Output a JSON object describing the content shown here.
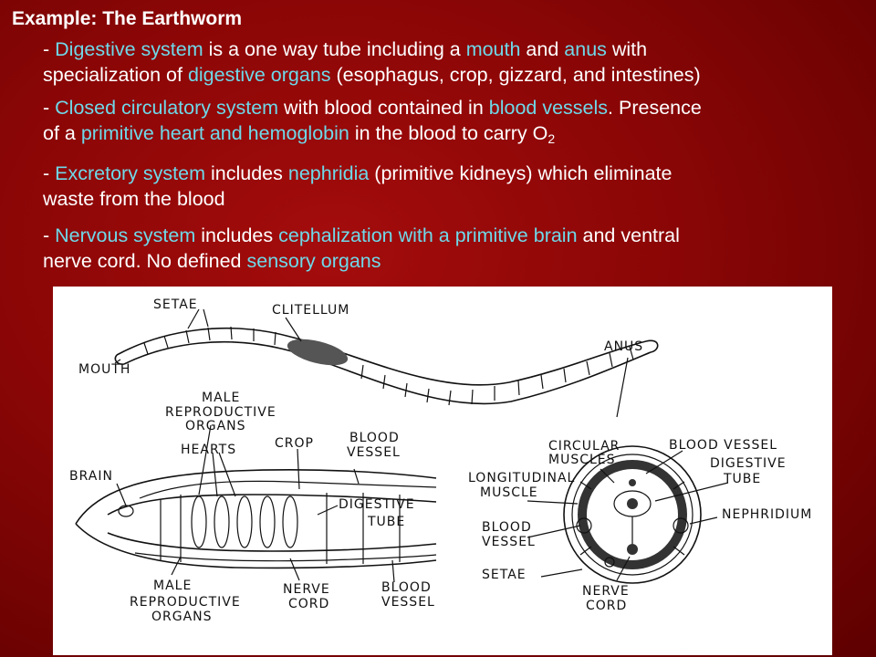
{
  "title": "Example: The Earthworm",
  "bullets": {
    "digestive": {
      "p1": "- ",
      "h1": "Digestive system",
      "p2": " is a one way tube including a ",
      "h2": "mouth",
      "p3": " and ",
      "h3": "anus",
      "p4": " with",
      "p5": "specialization of ",
      "h4": "digestive organs",
      "p6": " (esophagus, crop, gizzard, and intestines)"
    },
    "circulatory": {
      "p1": "- ",
      "h1": "Closed circulatory system",
      "p2": " with blood contained in ",
      "h2": "blood vessels",
      "p3": ". Presence",
      "p4": "of a ",
      "h3": "primitive heart and hemoglobin",
      "p5": " in the blood to carry O",
      "sub": "2"
    },
    "excretory": {
      "p1": "- ",
      "h1": "Excretory system",
      "p2": " includes ",
      "h2": "nephridia",
      "p3": " (primitive kidneys) which eliminate",
      "p4": "waste from the blood"
    },
    "nervous": {
      "p1": "- ",
      "h1": "Nervous system",
      "p2": " includes ",
      "h2": "cephalization with a primitive brain",
      "p3": " and ventral",
      "p4": "nerve cord.  No defined ",
      "h3": "sensory organs"
    }
  },
  "colors": {
    "background": "#8a0606",
    "highlight": "#6fd8e8",
    "text": "#ffffff"
  },
  "diagram_labels": {
    "setae_top": "SETAE",
    "clitellum": "CLITELLUM",
    "mouth": "MOUTH",
    "anus": "ANUS",
    "male_repro_top_1": "MALE",
    "male_repro_top_2": "REPRODUCTIVE",
    "male_repro_top_3": "ORGANS",
    "hearts": "HEARTS",
    "crop": "CROP",
    "blood_vessel_top_1": "BLOOD",
    "blood_vessel_top_2": "VESSEL",
    "brain": "BRAIN",
    "digestive_tube_1": "DIGESTIVE",
    "digestive_tube_2": "TUBE",
    "male_repro_bottom_1": "MALE",
    "male_repro_bottom_2": "REPRODUCTIVE",
    "male_repro_bottom_3": "ORGANS",
    "nerve_cord_1": "NERVE",
    "nerve_cord_2": "CORD",
    "blood_vessel_bottom_1": "BLOOD",
    "blood_vessel_bottom_2": "VESSEL",
    "circular_muscles_1": "CIRCULAR",
    "circular_muscles_2": "MUSCLES",
    "blood_vessel_xs": "BLOOD VESSEL",
    "digestive_tube_xs_1": "DIGESTIVE",
    "digestive_tube_xs_2": "TUBE",
    "longitudinal_muscle_1": "LONGITUDINAL",
    "longitudinal_muscle_2": "MUSCLE",
    "nephridium": "NEPHRIDIUM",
    "blood_vessel_left_1": "BLOOD",
    "blood_vessel_left_2": "VESSEL",
    "setae_xs": "SETAE",
    "nerve_cord_xs_1": "NERVE",
    "nerve_cord_xs_2": "CORD"
  }
}
